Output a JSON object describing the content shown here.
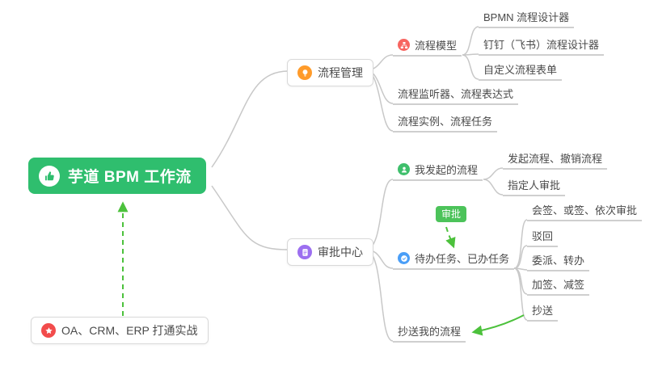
{
  "colors": {
    "root_bg": "#2fbe6e",
    "badge_bg": "#4cc35a",
    "arrow_green": "#4cc13c",
    "connector_gray": "#c8c8c8",
    "icon_orange": "#ff9b2a",
    "icon_red": "#f76560",
    "icon_purple": "#9c6ff0",
    "icon_green": "#3fbf6c",
    "icon_blue": "#4a9ef7",
    "icon_star_red": "#f24c4c"
  },
  "root": {
    "label": "芋道 BPM 工作流"
  },
  "process_mgmt": {
    "label": "流程管理",
    "model": {
      "label": "流程模型"
    },
    "model_children": {
      "bpmn": "BPMN 流程设计器",
      "dingtalk": "钉钉（飞书）流程设计器",
      "custom_form": "自定义流程表单"
    },
    "listener_expr": "流程监听器、流程表达式",
    "instance_task": "流程实例、流程任务"
  },
  "approval_center": {
    "label": "审批中心",
    "my_initiated": "我发起的流程",
    "initiate_cancel": "发起流程、撤销流程",
    "assignee_approve": "指定人审批",
    "approve_badge": "审批",
    "todo_done": "待办任务、已办任务",
    "countersign": "会签、或签、依次审批",
    "reject": "驳回",
    "delegate_transfer": "委派、转办",
    "add_reduce_sign": "加签、减签",
    "cc": "抄送",
    "cc_my_flow": "抄送我的流程"
  },
  "note": {
    "label": "OA、CRM、ERP 打通实战"
  }
}
